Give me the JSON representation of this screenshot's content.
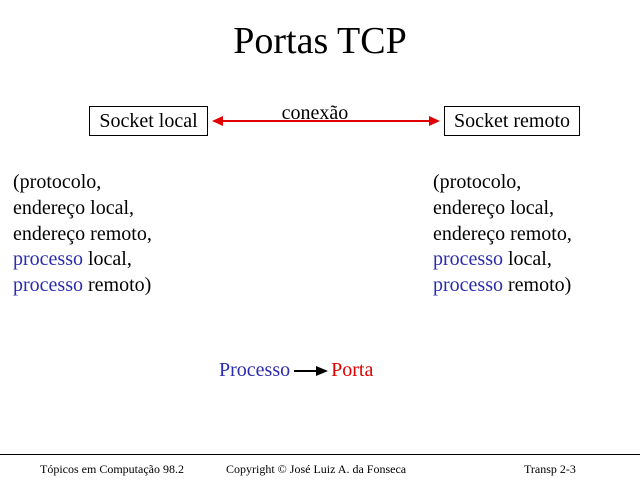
{
  "title": "Portas TCP",
  "connection": {
    "left_socket": "Socket local",
    "right_socket": "Socket remoto",
    "label": "conexão",
    "arrow_color": "#e00000"
  },
  "tuple_left": {
    "line1": "(protocolo,",
    "line2": "endereço local,",
    "line3": "endereço remoto,",
    "line4_highlight": "processo",
    "line4_rest": " local,",
    "line5_highlight": "processo",
    "line5_rest": " remoto)",
    "highlight_color": "#2b2bb0"
  },
  "tuple_right": {
    "line1": "(protocolo,",
    "line2": "endereço local,",
    "line3": "endereço remoto,",
    "line4_highlight": "processo",
    "line4_rest": " local,",
    "line5_highlight": "processo",
    "line5_rest": " remoto)",
    "highlight_color": "#2b2bb0"
  },
  "mapping": {
    "from": "Processo",
    "to": "Porta",
    "from_color": "#2b2bb0",
    "to_color": "#e00000"
  },
  "footer": {
    "left": "Tópicos em Computação 98.2",
    "center": "Copyright © José Luiz A. da Fonseca",
    "right": "Transp 2-3"
  }
}
